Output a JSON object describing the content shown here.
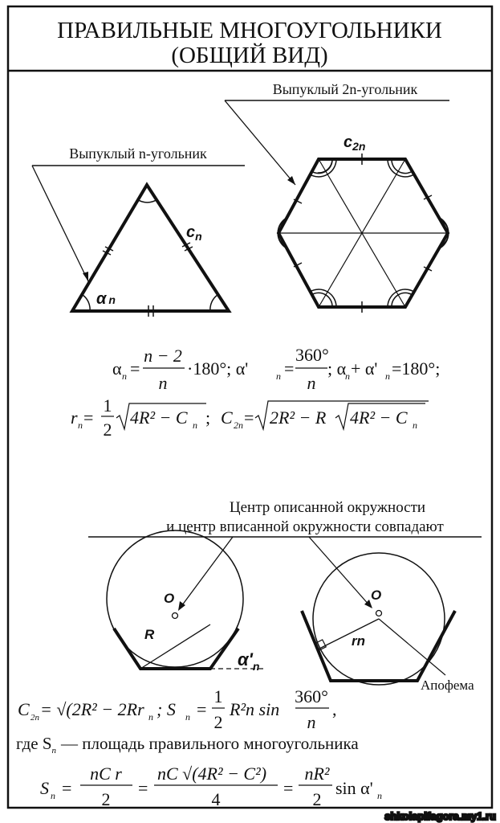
{
  "title": {
    "line1": "ПРАВИЛЬНЫЕ МНОГОУГОЛЬНИКИ",
    "line2": "(ОБЩИЙ ВИД)"
  },
  "diagram1": {
    "label_2n": "Выпуклый 2n-угольник",
    "label_n": "Выпуклый n-угольник",
    "side_n": "c",
    "side_n_sub": "n",
    "angle_n": "α",
    "angle_n_sub": "n",
    "side_2n": "c",
    "side_2n_sub": "2n"
  },
  "formulas1": {
    "alpha_lhs": "α",
    "sub_n": "n",
    "num1": "n − 2",
    "den1": "n",
    "mult": "·180°; α'",
    "eq": "=",
    "num2": "360°",
    "den2": "n",
    "sum": "; α",
    "sum2": "+ α'",
    "sum3": "=180°;",
    "r_lhs": "r",
    "half_num": "1",
    "half_den": "2",
    "root1": "4R² − C",
    "root1_tail": "; ",
    "c2n": "C",
    "c2n_sub": "2n",
    "root2a": "2R² − R",
    "root2b": "4R² − C"
  },
  "diagram2": {
    "caption1": "Центр описанной окружности",
    "caption2": "и центр вписанной окружности совпадают",
    "center_label_1": "O",
    "radius_label": "R",
    "exterior_angle": "α'",
    "exterior_angle_sub": "n",
    "center_label_2": "O",
    "inradius_label": "rn",
    "apothem_label": "Апофема"
  },
  "formulas2": {
    "c2n_formula": "= √(2R² − 2Rr",
    "s_formula_lhs": "; S",
    "s_formula_mid": "R²n sin",
    "s_formula_num": "360°",
    "s_formula_den": "n",
    "definition_pre": "где S",
    "definition_post": "— площадь правильного многоугольника",
    "area_num1": "nC r",
    "area_den1": "2",
    "area_num2": "nC √(4R² − C²)",
    "area_den2": "4",
    "area_num3": "nR²",
    "area_den3": "2",
    "area_tail": "sin α'"
  },
  "watermark": "shkolapifagora.my1.ru"
}
